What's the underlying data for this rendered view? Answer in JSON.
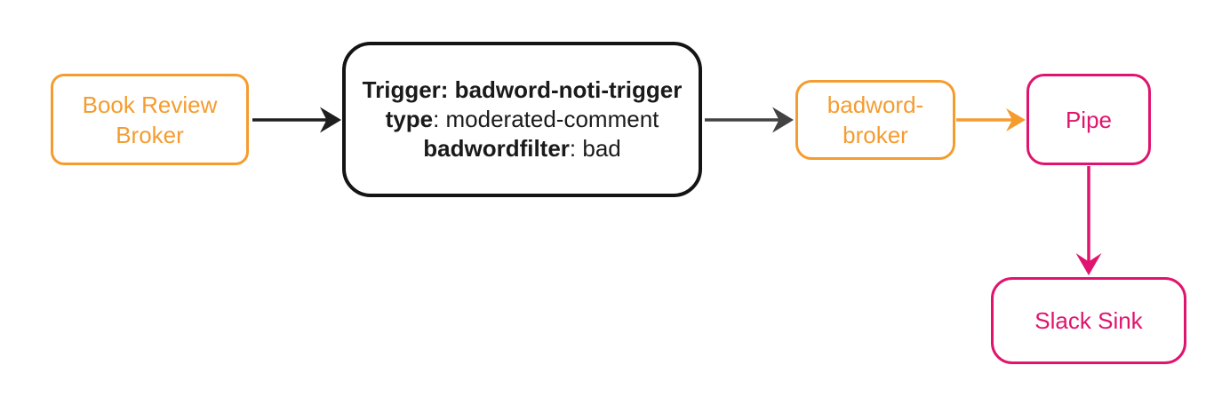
{
  "diagram": {
    "type": "event-flow-diagram",
    "background": "#ffffff",
    "colors": {
      "orange": "#F59C2F",
      "pink": "#E0146E",
      "black": "#1E1E1E",
      "dark_gray": "#424242",
      "trigger_border": "#141414"
    },
    "nodes": {
      "book_review_broker": {
        "line1": "Book Review",
        "line2": "Broker",
        "color": "#F59C2F"
      },
      "trigger": {
        "line1_bold": "Trigger: badword-noti-trigger",
        "line2_key": "type",
        "line2_value": ": moderated-comment",
        "line3_key": "badwordfilter",
        "line3_value": ": bad",
        "color": "#141414"
      },
      "badword_broker": {
        "line1": "badword-",
        "line2": "broker",
        "color": "#F59C2F"
      },
      "pipe": {
        "label": "Pipe",
        "color": "#E0146E"
      },
      "slack_sink": {
        "label": "Slack Sink",
        "color": "#E0146E"
      }
    },
    "edges": [
      {
        "from": "book-review-broker",
        "to": "trigger",
        "direction": "right",
        "color": "#1E1E1E"
      },
      {
        "from": "trigger",
        "to": "badword-broker",
        "direction": "right",
        "color": "#424242"
      },
      {
        "from": "badword-broker",
        "to": "pipe",
        "direction": "right",
        "color": "#F59C2F"
      },
      {
        "from": "pipe",
        "to": "slack-sink",
        "direction": "down",
        "color": "#E0146E"
      }
    ]
  }
}
